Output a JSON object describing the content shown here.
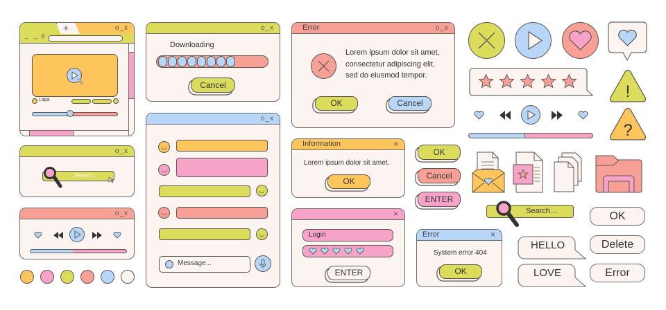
{
  "colors": {
    "yellow_green": "#dcdc5c",
    "orange": "#fdc55b",
    "pink": "#f7a3c7",
    "salmon": "#f9a096",
    "blue": "#b7d6f8",
    "cream": "#fbf4f0",
    "outline": "#5a5652"
  },
  "browser": {
    "new_tab": "+",
    "window_controls": "o_x",
    "nav_back": "←",
    "nav_forward": "→",
    "video_label": "Lapa"
  },
  "search_window": {
    "window_controls": "o_x",
    "search_placeholder": "Search..."
  },
  "media_window": {
    "window_controls": "o_x"
  },
  "swatches": [
    "#fdc55b",
    "#f7a3c7",
    "#dcdc5c",
    "#f9a096",
    "#b7d6f8",
    "#fbf4f0"
  ],
  "download_window": {
    "window_controls": "o_x",
    "title": "Downloading",
    "cancel_label": "Cancel",
    "progress_segments": 8
  },
  "chat_window": {
    "window_controls": "o_x",
    "message_placeholder": "Message..."
  },
  "error_dialog": {
    "title": "Error",
    "window_controls": "o_x",
    "message_line1": "Lorem ipsum dolor sit amet,",
    "message_line2": "consectetur adipiscing elit,",
    "message_line3": "sed do eiusmod tempor.",
    "ok_label": "OK",
    "cancel_label": "Cancel"
  },
  "info_dialog": {
    "title": "Information",
    "close": "×",
    "message": "Lorem ipsum dolor sit amet.",
    "ok_label": "OK"
  },
  "login_dialog": {
    "close": "×",
    "login_label": "Login",
    "enter_label": "ENTER"
  },
  "standalone_buttons": {
    "ok": "OK",
    "cancel": "Cancel",
    "enter": "ENTER"
  },
  "system_error_dialog": {
    "title": "Error",
    "close": "×",
    "message": "System error 404",
    "ok_label": "OK"
  },
  "search_bar": {
    "placeholder": "Search..."
  },
  "bubbles": {
    "hello": "HELLO",
    "love": "LOVE"
  },
  "plain_buttons": {
    "ok": "OK",
    "delete": "Delete",
    "error": "Error"
  },
  "warning_icons": {
    "exclamation": "!",
    "question": "?"
  }
}
